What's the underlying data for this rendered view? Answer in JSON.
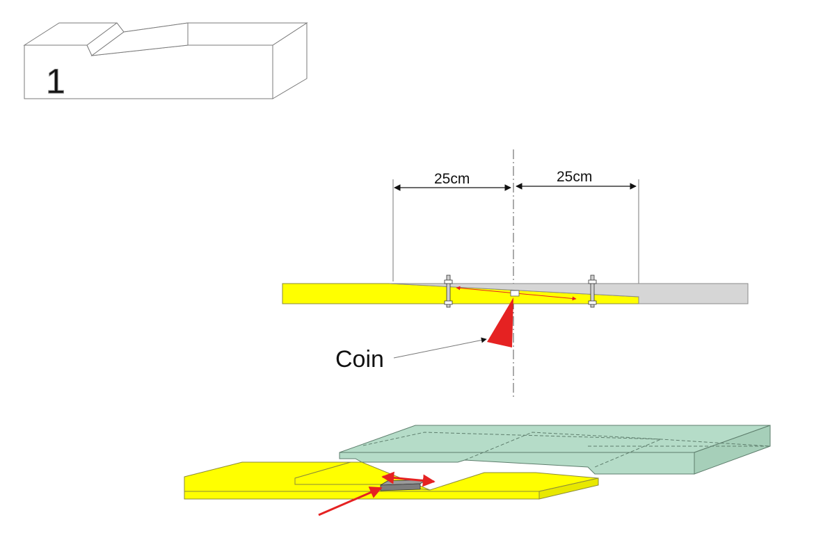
{
  "step_number": "1",
  "dimension_left": "25cm",
  "dimension_right": "25cm",
  "coin_label": "Coin",
  "colors": {
    "yellow_board": "#ffff00",
    "grey_board": "#d4d4d4",
    "green_board": "#b5dcc8",
    "arrow_red": "#e52222",
    "outline": "#555555"
  },
  "icons": [
    "bolt-icon",
    "coin-wedge-icon",
    "arrow-icon"
  ]
}
